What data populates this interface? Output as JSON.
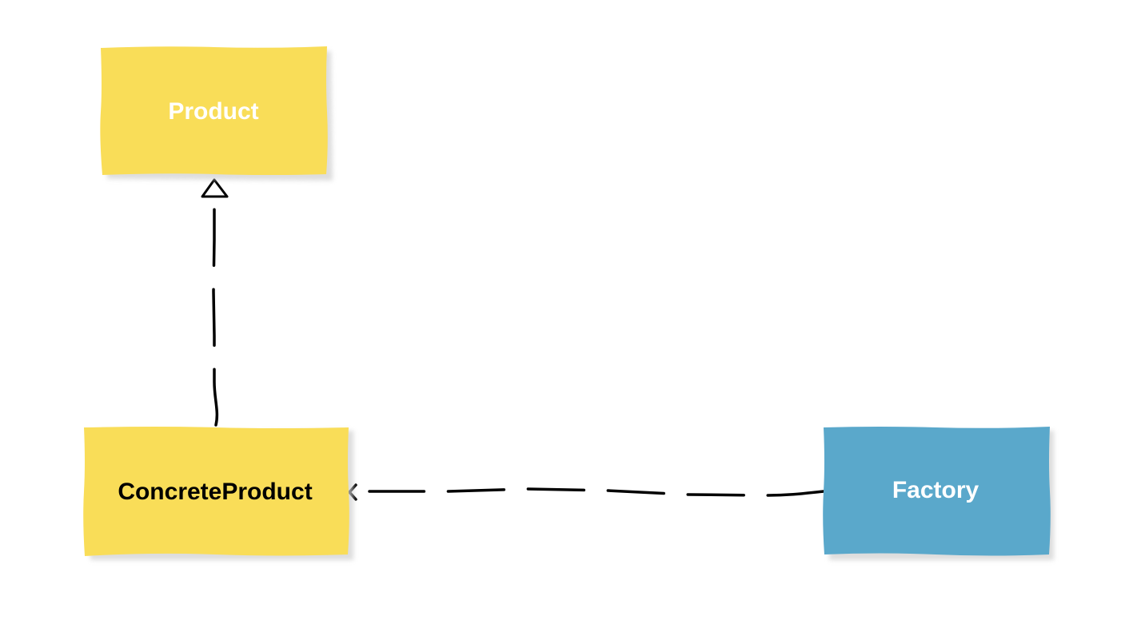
{
  "diagram": {
    "nodes": [
      {
        "id": "product",
        "label": "Product",
        "fill": "#f9dd58",
        "text_color": "#ffffff"
      },
      {
        "id": "concrete_product",
        "label": "ConcreteProduct",
        "fill": "#f9dd58",
        "text_color": "#000000"
      },
      {
        "id": "factory",
        "label": "Factory",
        "fill": "#5aa8cb",
        "text_color": "#ffffff"
      }
    ],
    "edges": [
      {
        "from": "concrete_product",
        "to": "product",
        "style": "dashed",
        "arrowhead": "hollow-triangle",
        "relation": "realization"
      },
      {
        "from": "factory",
        "to": "concrete_product",
        "style": "dashed",
        "arrowhead": "open",
        "relation": "dependency"
      }
    ],
    "colors": {
      "background": "#ffffff",
      "edge": "#000000",
      "shadow": "#cfcfcf"
    }
  }
}
